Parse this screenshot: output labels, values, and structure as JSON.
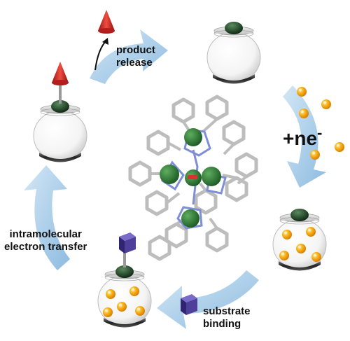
{
  "labels": {
    "product_release_line1": "product",
    "product_release_line2": "release",
    "electron_addition": "+ne",
    "electron_charge": "-",
    "substrate_binding_line1": "substrate",
    "substrate_binding_line2": "binding",
    "electron_transfer_line1": "intramolecular",
    "electron_transfer_line2": "electron transfer"
  },
  "colors": {
    "arrow": "#a9cde6",
    "metal": "#2f7a3a",
    "ligand": "#bdbdbd",
    "nitrogen": "#7f8fd6",
    "electron": "#f6a000",
    "product": "#d8322e",
    "substrate": "#4d3f9a"
  },
  "icons": [
    "cone-product-icon",
    "cube-substrate-icon",
    "electron-ball-icon",
    "cage-sphere-icon",
    "metal-cluster-structure"
  ]
}
